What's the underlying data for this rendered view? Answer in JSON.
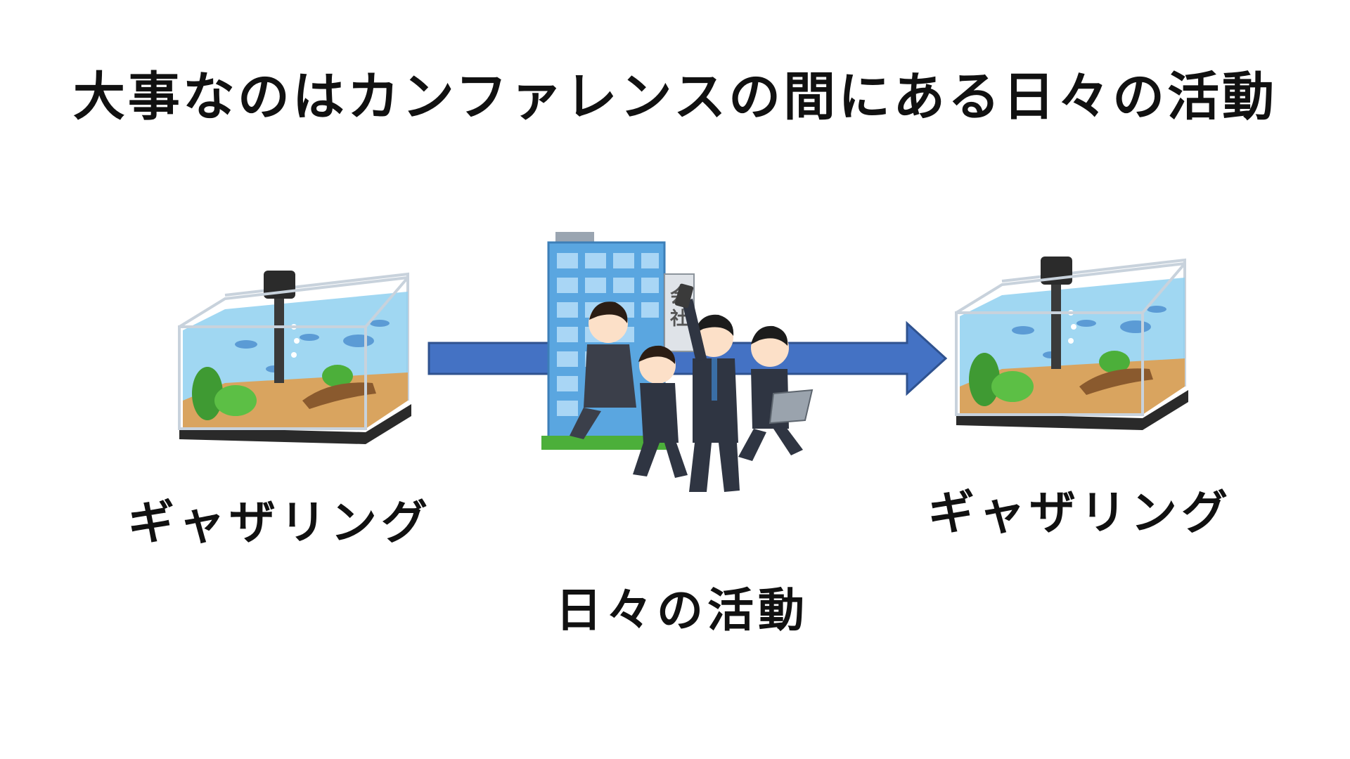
{
  "title": "大事なのはカンファレンスの間にある日々の活動",
  "left_label": "ギャザリング",
  "right_label": "ギャザリング",
  "middle_label": "日々の活動",
  "building_sign": "会社",
  "colors": {
    "arrow_fill": "#4472c4",
    "arrow_stroke": "#2f528f",
    "water": "#8fd0f0",
    "sand": "#d9a45f",
    "plant": "#4caf3a",
    "building": "#5aa6e0",
    "suit": "#2f3542"
  },
  "icons": [
    "aquarium-icon",
    "office-building-icon",
    "busy-workers-icon",
    "aquarium-icon"
  ]
}
